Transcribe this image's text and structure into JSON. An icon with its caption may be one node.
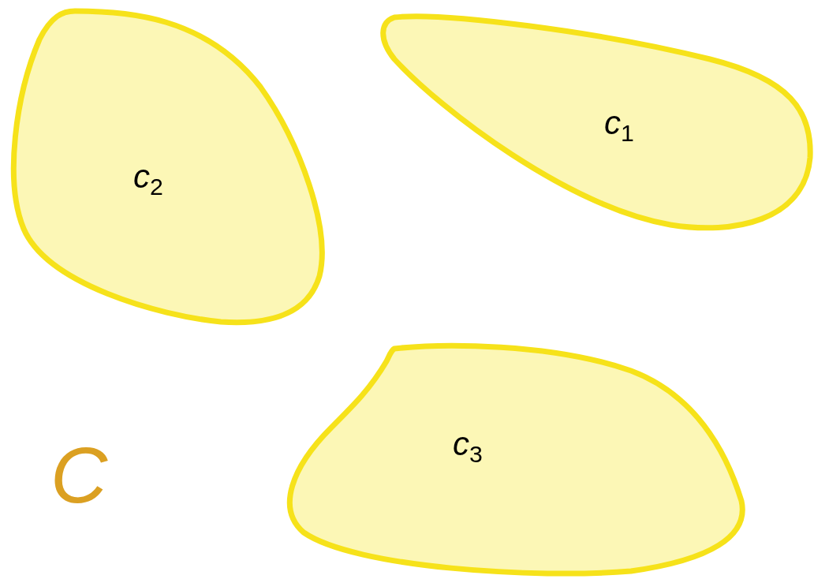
{
  "diagram": {
    "nodes": [
      {
        "text": [
          "*c*$_{2}$"
        ]
      },
      {
        "text": [
          "*c*$_{1}$"
        ]
      },
      {
        "text": [
          "*c*$_{3}$"
        ]
      }
    ],
    "labels": [
      "C"
    ]
  }
}
